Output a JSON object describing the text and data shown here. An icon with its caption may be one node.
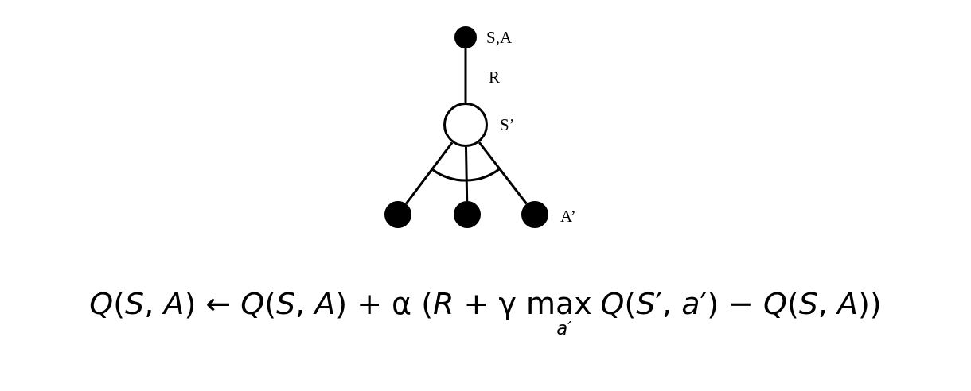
{
  "diagram": {
    "nodes": [
      {
        "text": [],
        "shape": "circle",
        "beside": [
          "S,A"
        ]
      },
      {
        "text": [],
        "shape": "circle",
        "beside": [
          "S’"
        ]
      },
      {
        "text": [],
        "shape": "circle"
      },
      {
        "text": [],
        "shape": "circle"
      },
      {
        "text": [],
        "shape": "circle",
        "beside": [
          "A’"
        ]
      }
    ],
    "edges": [
      {
        "from": 0,
        "to": 1,
        "arrow": "none",
        "label": "R"
      },
      {
        "from": 1,
        "to": 2,
        "arrow": "none"
      },
      {
        "from": 1,
        "to": 3,
        "arrow": "none"
      },
      {
        "from": 1,
        "to": 4,
        "arrow": "none"
      }
    ],
    "labels": [
      "*Q*(*S*, *A*) ← *Q*(*S*, *A*) + α (*R* + γ max$_{a′}$ *Q*(*S*′, *a*′) − *Q*(*S*, *A*))"
    ]
  }
}
